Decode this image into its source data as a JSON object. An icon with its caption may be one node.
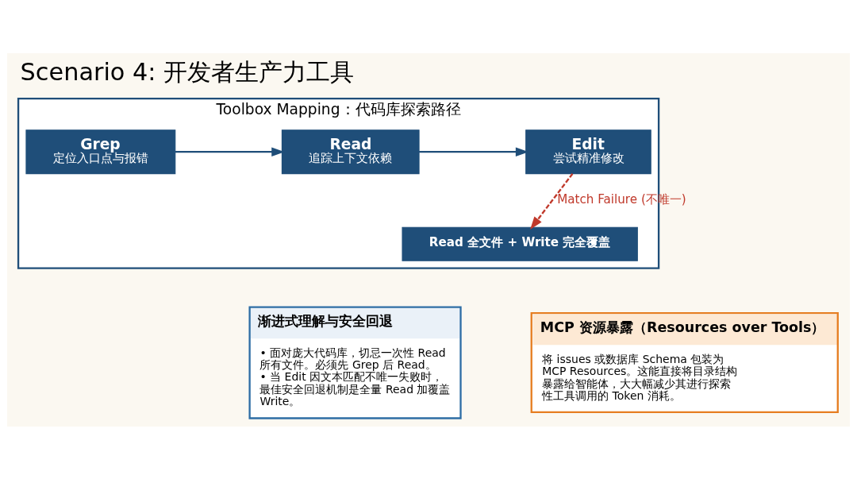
{
  "diagram": {
    "title": "Scenario 4: 开发者生产力工具",
    "nodes": [
      {
        "text": [
          "Toolbox Mapping：代码库探索路径"
        ]
      },
      {
        "text": [
          "Grep",
          "定位入口点与报错"
        ],
        "in": 0
      },
      {
        "text": [
          "Read",
          "追踪上下文依赖"
        ],
        "in": 0
      },
      {
        "text": [
          "Edit",
          "尝试精准修改"
        ],
        "in": 0
      },
      {
        "text": [
          "Read 全文件 + Write 完全覆盖"
        ],
        "in": 0
      },
      {
        "text": [
          "渐进式理解与安全回退",
          "• 面对庞大代码库，切忌一次性 Read 所有文件。必须先 Grep 后 Read。",
          "• 当 Edit 因文本匹配不唯一失败时，最佳安全回退机制是全量 Read 加覆盖 Write。"
        ]
      },
      {
        "text": [
          "MCP 资源暴露（Resources over Tools）",
          "将 issues 或数据库 Schema 包装为 MCP Resources。这能直接将目录结构暴露给智能体，大大幅减少其进行探索性工具调用的 Token 消耗。"
        ]
      }
    ],
    "edges": [
      {
        "from": 1,
        "to": 2,
        "arrow": "to"
      },
      {
        "from": 2,
        "to": 3,
        "arrow": "to"
      },
      {
        "from": 3,
        "to": 4,
        "arrow": "to",
        "label": "Match Failure (不唯一)",
        "style": "dashed",
        "color": "#c0392b"
      }
    ]
  }
}
